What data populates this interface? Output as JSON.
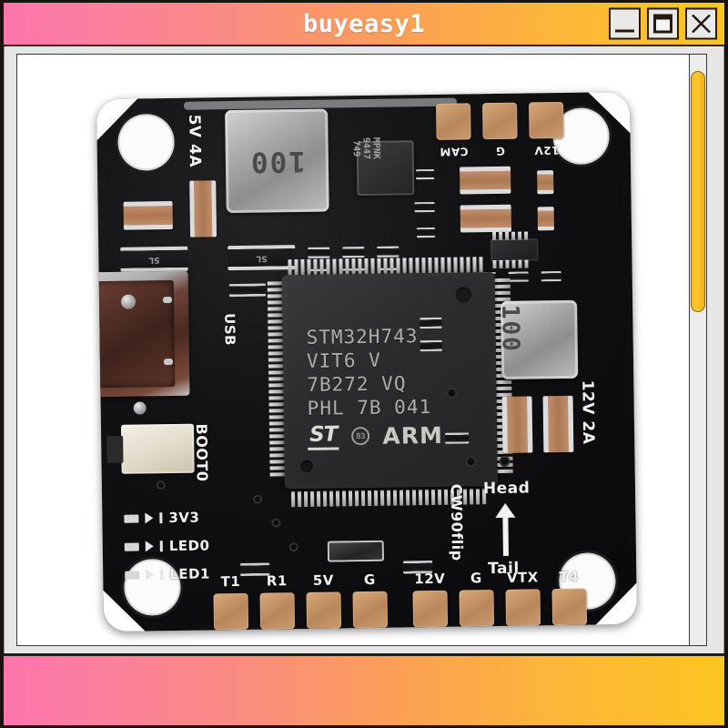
{
  "window": {
    "title": "buyeasy1",
    "controls": [
      {
        "name": "minimize",
        "label": "_"
      },
      {
        "name": "maximize",
        "label": "□"
      },
      {
        "name": "close",
        "label": "✕"
      }
    ],
    "accent_gradient_start": "#fb75ab",
    "accent_gradient_end": "#fcc521",
    "scrollbar_thumb_color": "#f6b91c"
  },
  "product_image": {
    "subject": "flight-controller-pcb",
    "board_color": "#111113",
    "pad_color": "#c99a6e",
    "mcu": {
      "part_line_1": "STM32H743",
      "part_line_2": "VIT6          V",
      "part_line_3": "7B272  VQ",
      "part_line_4": "PHL  7B  041",
      "vendor_logo": "ST",
      "arch_logo": "ARM",
      "date_code": "83"
    },
    "inductors": [
      {
        "name": "inductor-top",
        "marking": "100"
      },
      {
        "name": "inductor-right",
        "marking": "100"
      }
    ],
    "regulator_ic": {
      "line_1": "MPNK",
      "line_2": "9447",
      "line_3": "749"
    },
    "diodes": [
      {
        "marking": "SL"
      },
      {
        "marking": "SL"
      }
    ],
    "silkscreen": {
      "rail_5v": "5V 4A",
      "rail_12v": "12V 2A",
      "usb": "USB",
      "boot": "BOOT0",
      "orientation_note": "CW90flip",
      "orientation_head": "Head",
      "orientation_tail": "Tail"
    },
    "led_labels": [
      "3V3",
      "LED0",
      "LED1"
    ],
    "top_pads": [
      "CAM",
      "G",
      "12V"
    ],
    "bottom_pads": [
      "T1",
      "R1",
      "5V",
      "G",
      "12V",
      "G",
      "VTX",
      "T4"
    ]
  }
}
